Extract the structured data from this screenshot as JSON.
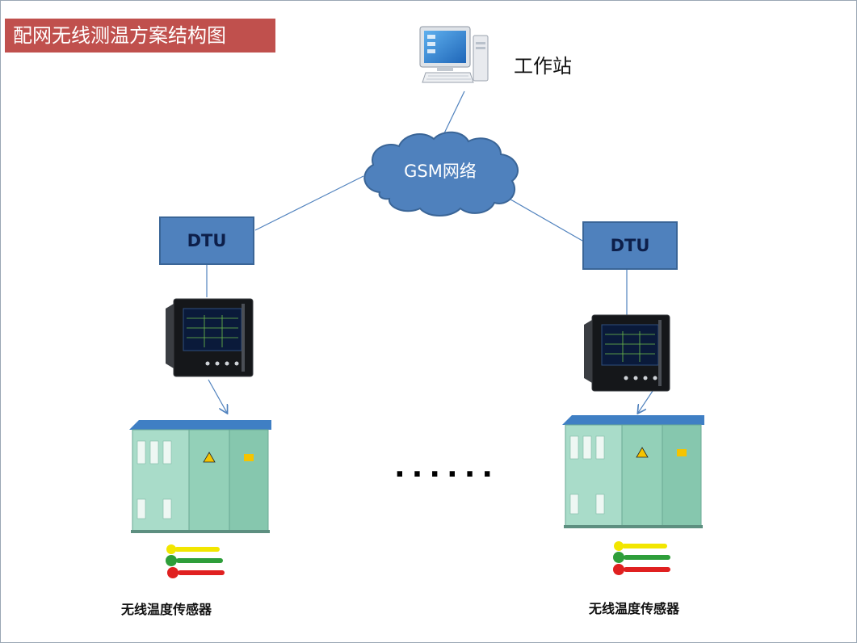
{
  "title": "配网无线测温方案结构图",
  "workstation": {
    "label": "工作站"
  },
  "network": {
    "label": "GSM网络"
  },
  "dtu": {
    "left_label": "DTU",
    "right_label": "DTU"
  },
  "ellipsis": "......",
  "sensors": {
    "left_label": "无线温度传感器",
    "right_label": "无线温度传感器"
  },
  "colors": {
    "title_bg": "#c0504d",
    "box_fill": "#4f81bd",
    "cabinet": "#8fcfb9",
    "cabinet_roof": "#3f7fc4",
    "sensor_yellow": "#f2e600",
    "sensor_green": "#2e9e3a",
    "sensor_red": "#e02020"
  },
  "icons": [
    "computer-icon",
    "cloud-shape",
    "display-device-icon",
    "transformer-cabinet-icon",
    "temperature-sensor-icon"
  ]
}
